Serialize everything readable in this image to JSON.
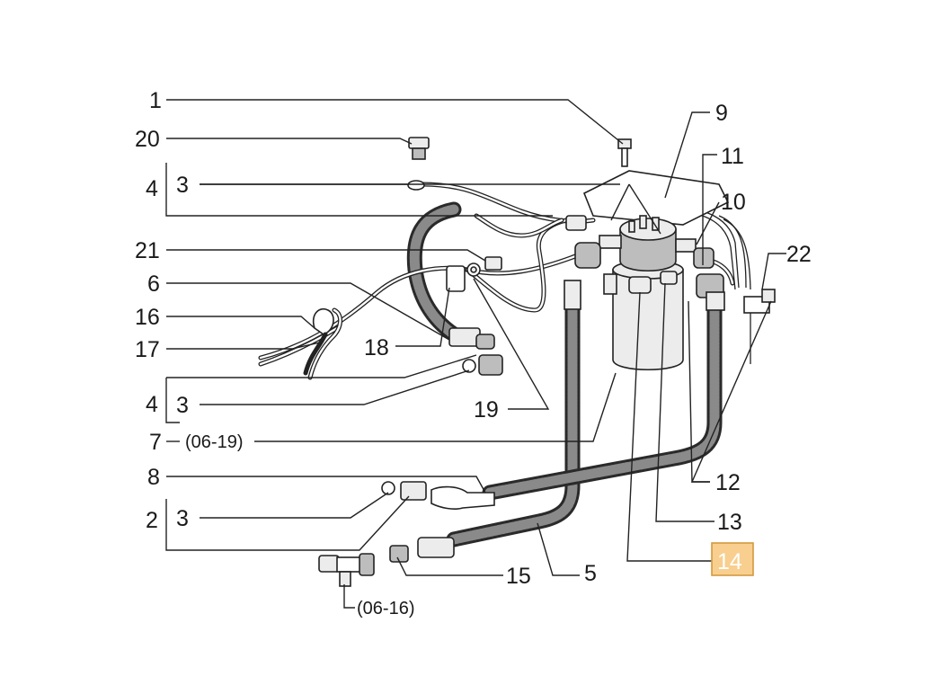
{
  "labels": {
    "p1": "1",
    "p20": "20",
    "p4a": "4",
    "p3a": "3",
    "p21": "21",
    "p6": "6",
    "p16": "16",
    "p17": "17",
    "p18": "18",
    "p4b": "4",
    "p3b": "3",
    "p19": "19",
    "p7": "7",
    "ref7": "(06-19)",
    "p8": "8",
    "p2": "2",
    "p3c": "3",
    "ref2": "(06-16)",
    "p15": "15",
    "p5": "5",
    "p9": "9",
    "p11": "11",
    "p10": "10",
    "p22": "22",
    "p12": "12",
    "p13": "13",
    "p14": "14"
  },
  "highlight": {
    "label": "14",
    "fill": "#f8cf8e",
    "border": "#d29a40"
  }
}
